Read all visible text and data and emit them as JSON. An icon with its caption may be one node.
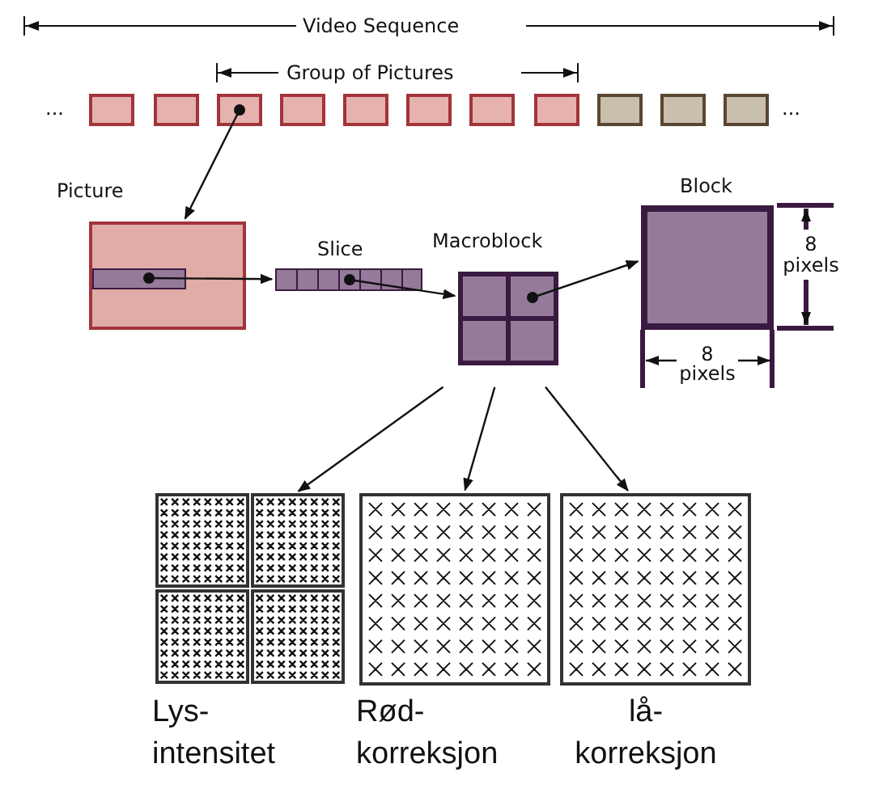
{
  "diagram": {
    "nodes": [
      {
        "text": [],
        "shape": "box"
      },
      {
        "text": [
          "Picture"
        ]
      },
      {
        "text": [
          "Slice"
        ]
      },
      {
        "text": [
          "Macroblock"
        ]
      },
      {
        "text": [
          "Block"
        ]
      },
      {
        "text": [
          "Lys- intensitet"
        ]
      },
      {
        "text": [
          "Rød- korreksjon"
        ]
      },
      {
        "text": [
          "lå- korreksjon"
        ]
      }
    ],
    "edges": [
      {
        "from": 0,
        "to": 1,
        "arrow": "to"
      },
      {
        "from": 1,
        "to": 2,
        "arrow": "to"
      },
      {
        "from": 2,
        "to": 3,
        "arrow": "to"
      },
      {
        "from": 3,
        "to": 4,
        "arrow": "to"
      },
      {
        "from": 3,
        "to": 5,
        "arrow": "to"
      },
      {
        "from": 3,
        "to": 6,
        "arrow": "to"
      },
      {
        "from": 3,
        "to": 7,
        "arrow": "to"
      }
    ],
    "labels": [
      "Video Sequence",
      "Group of Pictures",
      "...",
      "...",
      "8 pixels",
      "8 pixels"
    ]
  }
}
